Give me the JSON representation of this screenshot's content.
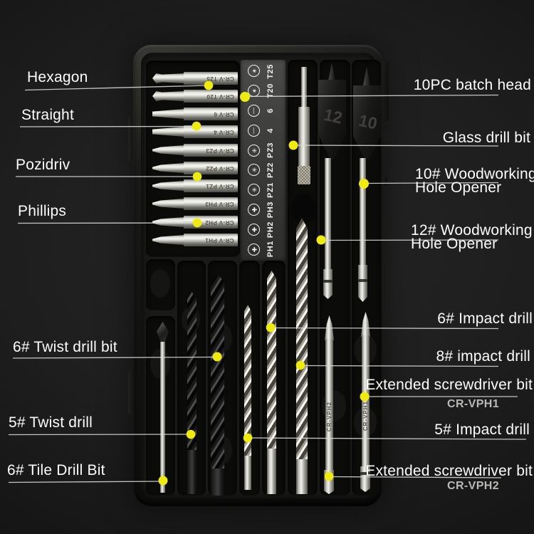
{
  "scene": {
    "type": "annotated product photo of a drill & screwdriver bit set in a black case",
    "background_color": "#1e1e1e"
  },
  "annotations": {
    "dot_color": "#f0ec0a",
    "line_color": "#dcdcdc",
    "left": [
      {
        "id": "hexagon",
        "label": "Hexagon"
      },
      {
        "id": "straight",
        "label": "Straight"
      },
      {
        "id": "pozidriv",
        "label": "Pozidriv"
      },
      {
        "id": "phillips",
        "label": "Phillips"
      },
      {
        "id": "twist-6",
        "label": "6# Twist drill bit"
      },
      {
        "id": "twist-5",
        "label": "5# Twist drill"
      },
      {
        "id": "tile-6",
        "label": "6# Tile Drill Bit"
      }
    ],
    "right": [
      {
        "id": "batch-head",
        "label": "10PC batch head"
      },
      {
        "id": "glass-bit",
        "label": "Glass drill bit"
      },
      {
        "id": "wood-10",
        "label": "10# Woodworking",
        "label2": "Hole Opener"
      },
      {
        "id": "wood-12",
        "label": "12# Woodworking",
        "label2": "Hole Opener"
      },
      {
        "id": "impact-6",
        "label": "6# Impact drill"
      },
      {
        "id": "impact-8",
        "label": "8# impact drill"
      },
      {
        "id": "extended-1",
        "label": "Extended screwdriver bit",
        "sub": "CR-VPH1"
      },
      {
        "id": "impact-5",
        "label": "5# Impact drill"
      },
      {
        "id": "extended-2",
        "label": "Extended screwdriver bit",
        "sub": "CR-VPH2"
      }
    ]
  },
  "kit": {
    "strip_rows": [
      {
        "label": "T25",
        "icon": "torx-icon",
        "glyph": "✶"
      },
      {
        "label": "T20",
        "icon": "torx-icon",
        "glyph": "✶"
      },
      {
        "label": "6",
        "icon": "slotted-icon",
        "glyph": "—"
      },
      {
        "label": "4",
        "icon": "slotted-icon",
        "glyph": "—"
      },
      {
        "label": "PZ3",
        "icon": "pozidriv-icon",
        "glyph": "✳"
      },
      {
        "label": "PZ2",
        "icon": "pozidriv-icon",
        "glyph": "✳"
      },
      {
        "label": "PZ1",
        "icon": "pozidriv-icon",
        "glyph": "✳"
      },
      {
        "label": "PH3",
        "icon": "phillips-icon",
        "glyph": "✚"
      },
      {
        "label": "PH2",
        "icon": "phillips-icon",
        "glyph": "✚"
      },
      {
        "label": "PH1",
        "icon": "phillips-icon",
        "glyph": "✚"
      }
    ],
    "driver_bits": [
      {
        "engraving": "CR-V T25"
      },
      {
        "engraving": "CR-V T20"
      },
      {
        "engraving": "CR-V 6"
      },
      {
        "engraving": "CR-V 4"
      },
      {
        "engraving": "CR-V PZ3"
      },
      {
        "engraving": "CR-V PZ2"
      },
      {
        "engraving": "CR-V PZ1"
      },
      {
        "engraving": "CR-V PH3"
      },
      {
        "engraving": "CR-V PH2"
      },
      {
        "engraving": "CR-V PH1"
      }
    ],
    "spade_bits": [
      {
        "size": "12"
      },
      {
        "size": "10"
      }
    ],
    "extended_bits": [
      {
        "engraving": "CR-VPH2"
      },
      {
        "engraving": "CR-VPH1"
      }
    ]
  }
}
